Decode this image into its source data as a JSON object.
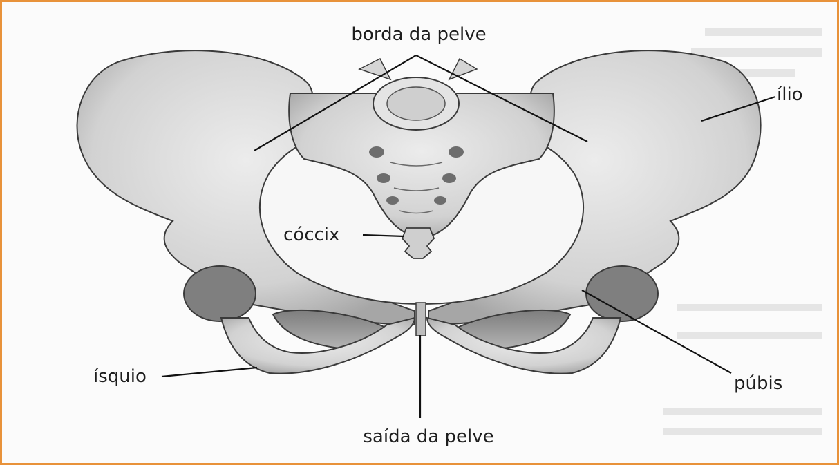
{
  "labels": {
    "pelvic_brim": "borda da pelve",
    "ilium": "ílio",
    "coccyx": "cóccix",
    "ischium": "ísquio",
    "pubis": "púbis",
    "pelvic_outlet": "saída da pelve"
  },
  "colors": {
    "frame_border": "#e8923a",
    "bone_fill": "#d9d9d9",
    "bone_shadow": "#9a9a9a",
    "outline": "#3a3a3a",
    "leader_line": "#111111"
  }
}
